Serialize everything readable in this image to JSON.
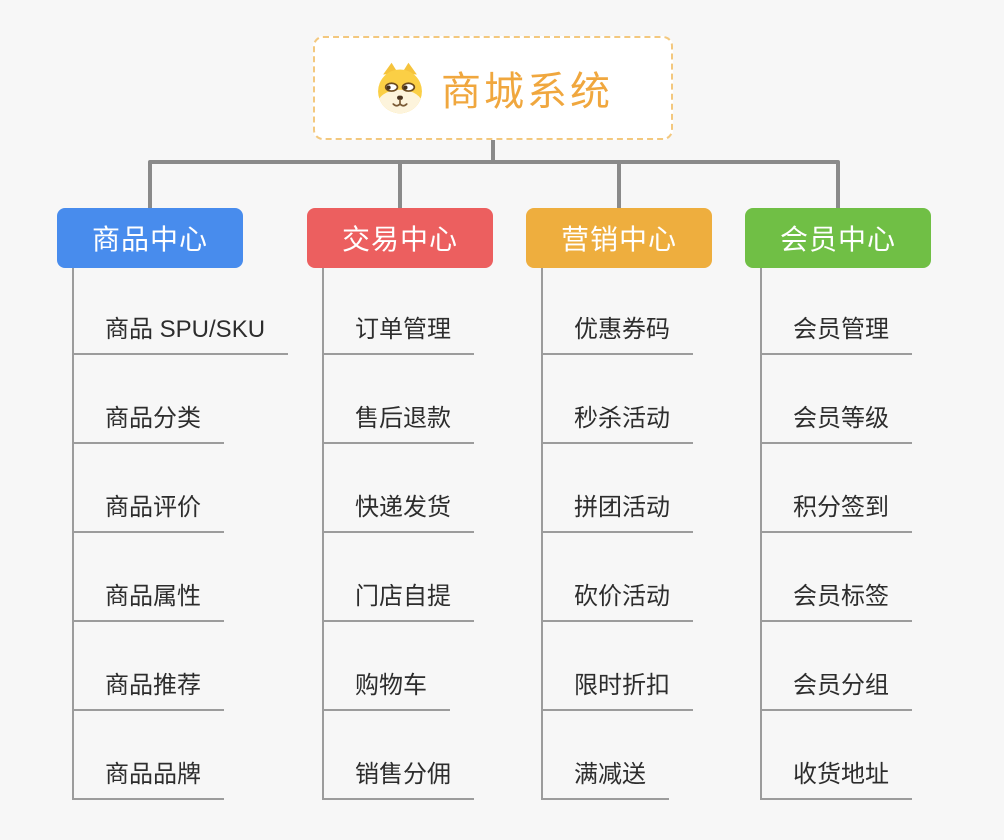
{
  "root": {
    "title": "商城系统",
    "icon": "dog-face-icon"
  },
  "colors": {
    "background": "#f7f7f7",
    "root_border": "#f3c87e",
    "root_text": "#f0a73e",
    "connector": "#8a8a8a",
    "item_line": "#9c9c9c",
    "item_text": "#2d2d2d"
  },
  "branches": [
    {
      "label": "商品中心",
      "color": "#488ced",
      "items": [
        "商品 SPU/SKU",
        "商品分类",
        "商品评价",
        "商品属性",
        "商品推荐",
        "商品品牌"
      ]
    },
    {
      "label": "交易中心",
      "color": "#ec5f5f",
      "items": [
        "订单管理",
        "售后退款",
        "快递发货",
        "门店自提",
        "购物车",
        "销售分佣"
      ]
    },
    {
      "label": "营销中心",
      "color": "#eeae3e",
      "items": [
        "优惠券码",
        "秒杀活动",
        "拼团活动",
        "砍价活动",
        "限时折扣",
        "满减送"
      ]
    },
    {
      "label": "会员中心",
      "color": "#70bf45",
      "items": [
        "会员管理",
        "会员等级",
        "积分签到",
        "会员标签",
        "会员分组",
        "收货地址"
      ]
    }
  ]
}
